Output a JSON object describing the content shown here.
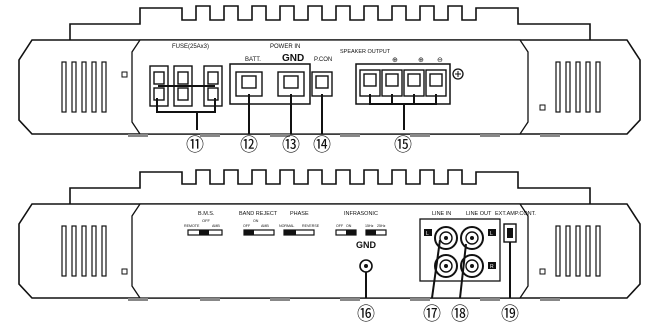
{
  "top_panel": {
    "fuse_label": "FUSE(25Ax3)",
    "power_in_label": "POWER IN",
    "batt_label": "BATT.",
    "gnd_label": "GND",
    "pcon_label": "P.CON",
    "speaker_output_label": "SPEAKER OUTPUT",
    "plus_symbol": "⊕",
    "minus_symbol": "⊖"
  },
  "bottom_panel": {
    "bms_label": "B.M.S.",
    "bms_off_label": "OFF",
    "bms_remote_label": "REMOTE",
    "bms_amb_label": "AMB",
    "band_reject_label": "BAND REJECT",
    "band_reject_off_label": "OFF",
    "band_reject_on_label": "ON",
    "band_reject_amb_label": "AMB",
    "phase_label": "PHASE",
    "phase_normal_label": "NORMAL",
    "phase_reverse_label": "REVERSE",
    "infrasonic_label": "INFRASONIC",
    "infrasonic_off_label": "OFF",
    "infrasonic_on_label": "ON",
    "infrasonic_15hz_label": "15Hz",
    "infrasonic_25hz_label": "25Hz",
    "line_in_label": "LINE IN",
    "line_out_label": "LINE OUT",
    "ext_amp_cont_label": "EXT.AMP.CONT.",
    "gnd_label": "GND",
    "l_label": "L",
    "r_label": "R"
  },
  "callouts": [
    "⑪",
    "⑫",
    "⑬",
    "⑭",
    "⑮",
    "⑯",
    "⑰",
    "⑱",
    "⑲"
  ]
}
